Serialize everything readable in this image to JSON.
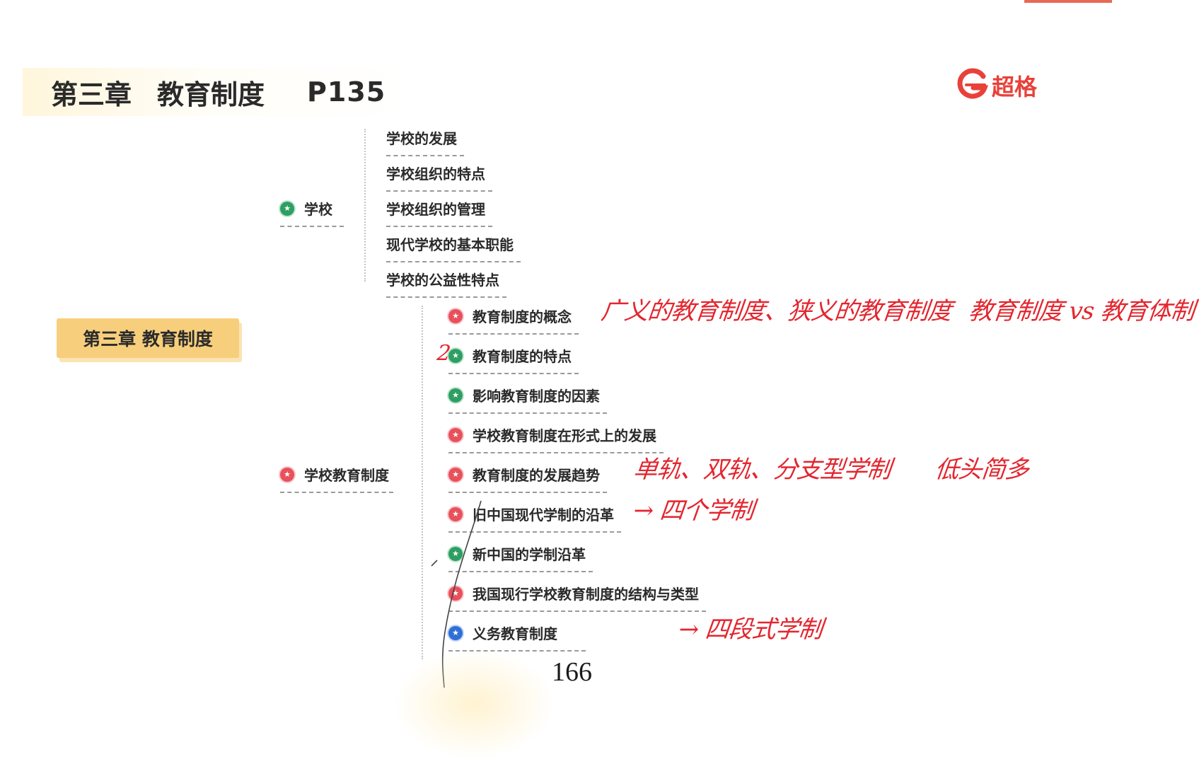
{
  "header": {
    "chapter": "第三章",
    "topic": "教育制度",
    "page_ref": "P135"
  },
  "brand": {
    "logo_text": "超格",
    "icon": "brand-g-icon"
  },
  "mindmap": {
    "root": "第三章  教育制度",
    "school": {
      "label": "学校",
      "children": [
        "学校的发展",
        "学校组织的特点",
        "学校组织的管理",
        "现代学校的基本职能",
        "学校的公益性特点"
      ]
    },
    "system": {
      "label": "学校教育制度",
      "children": [
        "教育制度的概念",
        "教育制度的特点",
        "影响教育制度的因素",
        "学校教育制度在形式上的发展",
        "教育制度的发展趋势",
        "旧中国现代学制的沿革",
        "新中国的学制沿革",
        "我国现行学校教育制度的结构与类型",
        "义务教育制度"
      ]
    }
  },
  "annotations": {
    "a1": "广义的教育制度、狭义的教育制度",
    "a2": "教育制度 vs 教育体制",
    "a3": "单轨、双轨、分支型学制",
    "a4": "低头简多",
    "a5": "→ 四个学制",
    "a6": "→ 四段式学制",
    "mark2": "2"
  },
  "page_number": "166",
  "colors": {
    "accent_red": "#e8413a",
    "root_fill": "#f7cf7c",
    "handwriting": "#e3262f"
  }
}
